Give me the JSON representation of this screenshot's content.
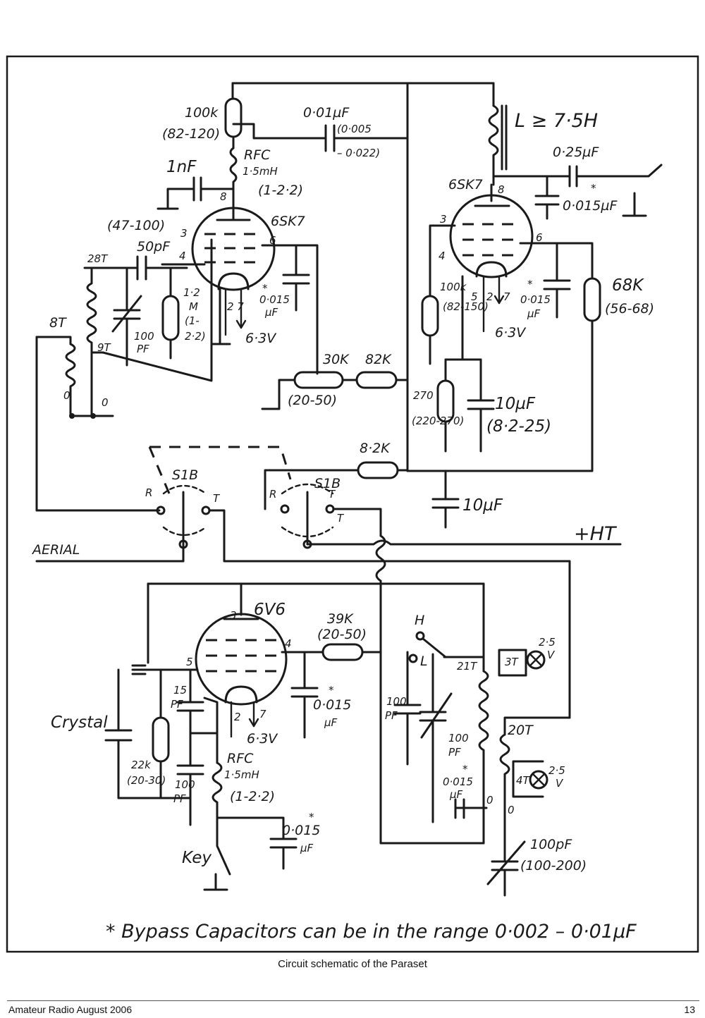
{
  "caption": "Circuit schematic of the Paraset",
  "footer": {
    "publication": "Amateur Radio August 2006",
    "page_number": "13"
  },
  "schematic": {
    "tubes": {
      "receiver_1": "6SK7",
      "receiver_2": "6SK7",
      "transmitter": "6V6"
    },
    "pins": {
      "p3": "3",
      "p4": "4",
      "p5": "5",
      "p6": "6",
      "p8": "8",
      "p2": "2",
      "p7": "7",
      "p2_7": "2 7"
    },
    "labels": {
      "r_100k": "100k",
      "r_100k_range": "(82-120)",
      "c_001uF": "0·01µF",
      "c_001uF_range1": "(0·005",
      "c_001uF_range2": "– 0·022)",
      "choke_L": "L ≥ 7·5H",
      "rfc_1_a": "RFC",
      "rfc_1_b": "1·5mH",
      "rfc_1_c": "(1-2·2)",
      "c_1nF": "1nF",
      "r_47_100": "(47-100)",
      "c_50pF": "50pF",
      "turns_28T": "28T",
      "turns_8T": "8T",
      "turns_9T": "9T",
      "c_100pF_rx": "100",
      "c_100pF_rx_b": "PF",
      "r_12M": "1·2",
      "r_12M_b": "M",
      "r_12M_c": "(1-",
      "r_12M_d": "2·2)",
      "heater_63": "6·3V",
      "bypass_0015": "0·015",
      "bypass_mF": "µF",
      "c_025uF": "0·25µF",
      "c_0015uF": "0·015µF",
      "r_30k": "30K",
      "r_82k": "82K",
      "r_30k_range": "(20-50)",
      "r_100k_b": "100k",
      "r_100k_b_range": "(82-150)",
      "r_270": "270",
      "r_270_range": "(220-270)",
      "c_10uF_a": "10µF",
      "c_10uF_a_range": "(8·2-25)",
      "r_68k": "68K",
      "r_68k_range": "(56-68)",
      "r_82k_2": "8·2K",
      "c_10uF_b": "10µF",
      "switch_1": "S1B",
      "switch_2": "S1B",
      "sw_R": "R",
      "sw_T": "T",
      "aerial": "AERIAL",
      "plus_ht": "+HT",
      "r_39k": "39K",
      "r_39k_range": "(20-50)",
      "tap_H": "H",
      "tap_L": "L",
      "turns_21T": "21T",
      "turns_3T": "3T",
      "turns_20T": "20T",
      "turns_4T": "4T",
      "lamp_25V": "2·5",
      "lamp_V": "V",
      "crystal": "Crystal",
      "c_15pF": "15",
      "c_15pF_b": "PF",
      "r_22k": "22k",
      "r_22k_range": "(20-30)",
      "c_100pF_tx": "100",
      "c_100pF_tx_b": "PF",
      "c_100pF_tank": "100",
      "c_100pF_tank_b": "PF",
      "c_100pF_var": "100",
      "c_100pF_var_b": "PF",
      "rfc_2_a": "RFC",
      "rfc_2_b": "1·5mH",
      "rfc_2_c": "(1-2·2)",
      "key": "Key",
      "c_100pF_out": "100pF",
      "c_100pF_out_range": "(100-200)",
      "zero": "0",
      "star": "*",
      "note": "* Bypass Capacitors can be in the range 0·002 – 0·01µF"
    }
  }
}
